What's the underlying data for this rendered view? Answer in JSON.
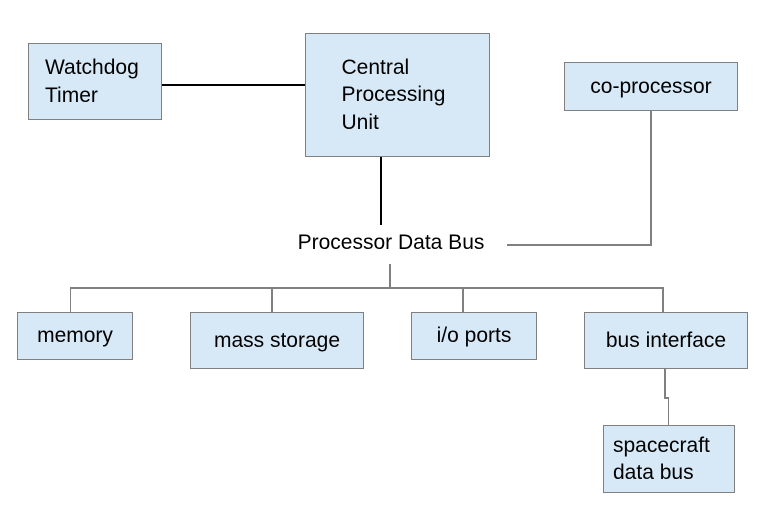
{
  "diagram": {
    "type": "block-diagram",
    "bus_label": "Processor Data Bus",
    "nodes": [
      {
        "id": "watchdog-timer",
        "label": "Watchdog Timer"
      },
      {
        "id": "cpu",
        "label": "Central Processing Unit"
      },
      {
        "id": "co-processor",
        "label": "co-processor"
      },
      {
        "id": "memory",
        "label": "memory"
      },
      {
        "id": "mass-storage",
        "label": "mass storage"
      },
      {
        "id": "io-ports",
        "label": "i/o ports"
      },
      {
        "id": "bus-interface",
        "label": "bus interface"
      },
      {
        "id": "spacecraft-data-bus",
        "label": "spacecraft data bus"
      }
    ],
    "connections": [
      {
        "from": "watchdog-timer",
        "to": "cpu",
        "color": "black"
      },
      {
        "from": "cpu",
        "to": "processor-data-bus",
        "color": "black"
      },
      {
        "from": "co-processor",
        "to": "processor-data-bus",
        "color": "gray"
      },
      {
        "from": "processor-data-bus",
        "to": "memory",
        "color": "gray"
      },
      {
        "from": "processor-data-bus",
        "to": "mass-storage",
        "color": "gray"
      },
      {
        "from": "processor-data-bus",
        "to": "io-ports",
        "color": "gray"
      },
      {
        "from": "processor-data-bus",
        "to": "bus-interface",
        "color": "gray"
      },
      {
        "from": "bus-interface",
        "to": "spacecraft-data-bus",
        "color": "gray"
      }
    ],
    "colors": {
      "node_fill": "#d7e8f6",
      "node_border": "#808080",
      "connector_dark": "#000000",
      "connector_gray": "#808080",
      "background": "#ffffff",
      "text": "#000000"
    }
  }
}
